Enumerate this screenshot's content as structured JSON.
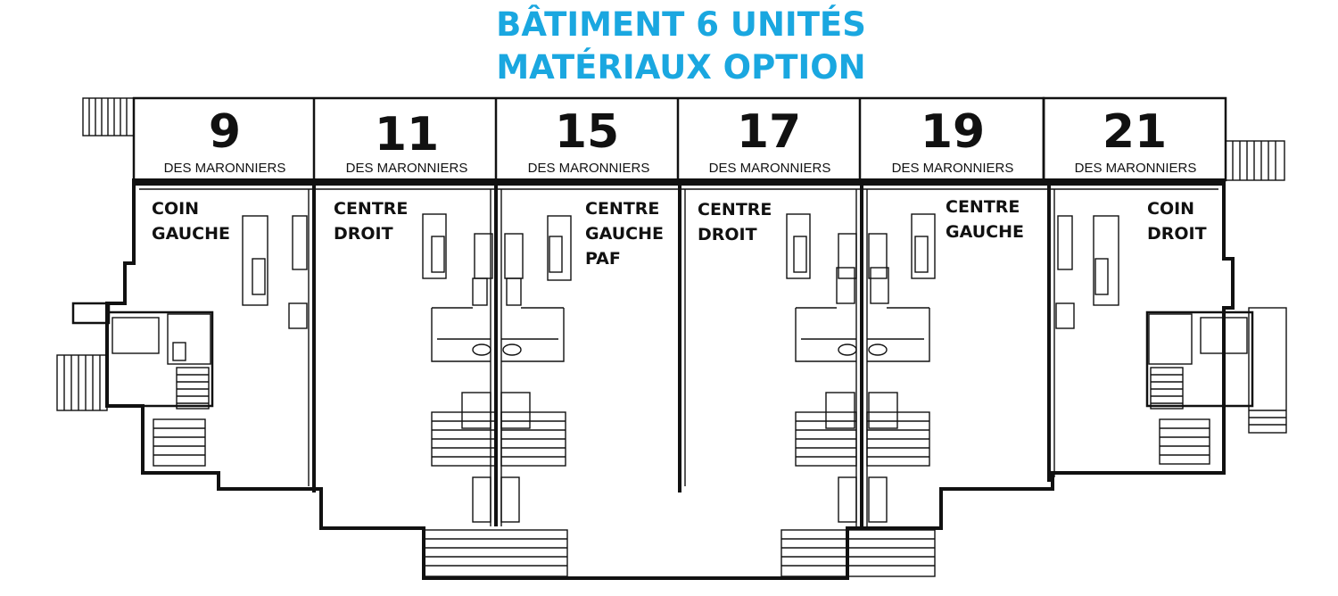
{
  "title": {
    "line1": "BÂTIMENT 6 UNITÉS",
    "line2": "MATÉRIAUX OPTION"
  },
  "units": [
    {
      "number": "9",
      "street": "DES MARONNIERS",
      "label": [
        "COIN",
        "GAUCHE"
      ]
    },
    {
      "number": "11",
      "street": "DES MARONNIERS",
      "label": [
        "CENTRE",
        "DROIT"
      ]
    },
    {
      "number": "15",
      "street": "DES MARONNIERS",
      "label": [
        "CENTRE",
        "GAUCHE",
        "PAF"
      ]
    },
    {
      "number": "17",
      "street": "DES MARONNIERS",
      "label": [
        "CENTRE",
        "DROIT"
      ]
    },
    {
      "number": "19",
      "street": "DES MARONNIERS",
      "label": [
        "CENTRE",
        "GAUCHE"
      ]
    },
    {
      "number": "21",
      "street": "DES MARONNIERS",
      "label": [
        "COIN",
        "DROIT"
      ]
    }
  ],
  "colors": {
    "title": "#1aa7e0",
    "lines": "#111111"
  }
}
